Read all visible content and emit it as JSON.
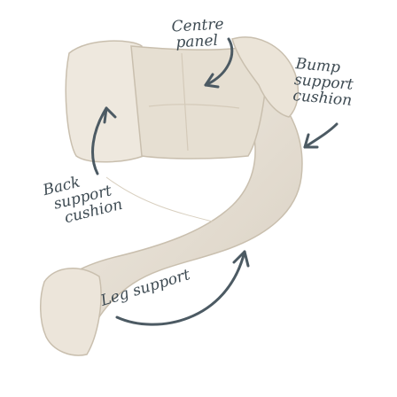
{
  "labels": {
    "centre_panel": [
      "Centre",
      "panel"
    ],
    "bump_support_cushion": [
      "Bump",
      "support",
      "cushion"
    ],
    "back_support_cushion": [
      "Back",
      "support",
      "cushion"
    ],
    "leg_support": "Leg support"
  },
  "colors": {
    "pillow": "#e9e2d6",
    "pillow_shadow": "#cfc5b5",
    "arrow": "#4c5a63",
    "text": "#3d4a52"
  }
}
